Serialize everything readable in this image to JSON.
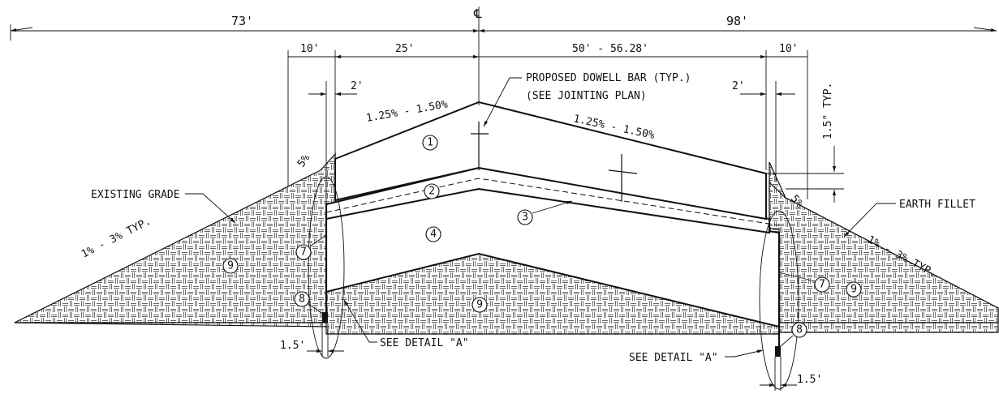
{
  "dimensions": {
    "left_width": "73'",
    "right_width": "98'",
    "centerline": "℄",
    "left_shoulder": "10'",
    "left_pavement": "25'",
    "right_pavement": "50' - 56.28'",
    "right_shoulder": "10'",
    "left_offset": "2'",
    "right_offset": "2'",
    "bottom_left": "1.5'",
    "bottom_right": "1.5'",
    "typ_depth": "1.5\" TYP."
  },
  "slopes": {
    "left_cross": "1.25% - 1.50%",
    "right_cross": "1.25% - 1.50%",
    "left_shoulder": "5%",
    "right_shoulder": "5%",
    "left_side": "1% - 3% TYP.",
    "right_side": "1% - 3% TYP."
  },
  "notes": {
    "dowel_line1": "PROPOSED DOWELL BAR (TYP.)",
    "dowel_line2": "(SEE JOINTING PLAN)",
    "existing_grade": "EXISTING GRADE",
    "earth_fillet": "EARTH FILLET",
    "detail_left": "SEE DETAIL \"A\"",
    "detail_right": "SEE DETAIL \"A\""
  },
  "callouts": {
    "c1": "1",
    "c2": "2",
    "c3": "3",
    "c4": "4",
    "c7a": "7",
    "c7b": "7",
    "c8a": "8",
    "c8b": "8",
    "c9a": "9",
    "c9b": "9",
    "c9c": "9"
  }
}
